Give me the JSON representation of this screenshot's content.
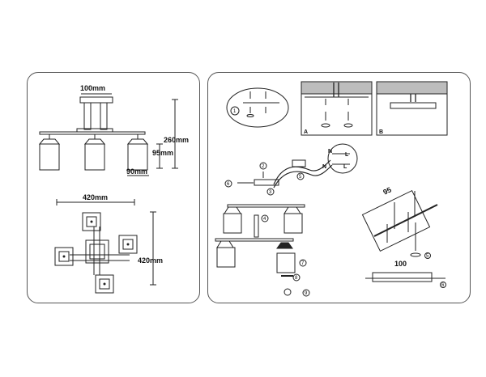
{
  "dimensions": {
    "top_width": "100mm",
    "height": "260mm",
    "shade_height": "95mm",
    "shade_width": "90mm",
    "plan_width": "420mm",
    "plan_depth": "420mm",
    "hole_spacing": "95",
    "bracket_length": "100"
  },
  "panels": {
    "a_label": "A",
    "b_label": "B"
  },
  "wiring": {
    "neutral": "N",
    "live": "L"
  },
  "steps": [
    "1",
    "2",
    "3",
    "4",
    "5",
    "6",
    "7",
    "8",
    "9"
  ],
  "colors": {
    "line": "#222222",
    "panel_border": "#555555",
    "ceiling_fill": "#bdbdbd"
  }
}
